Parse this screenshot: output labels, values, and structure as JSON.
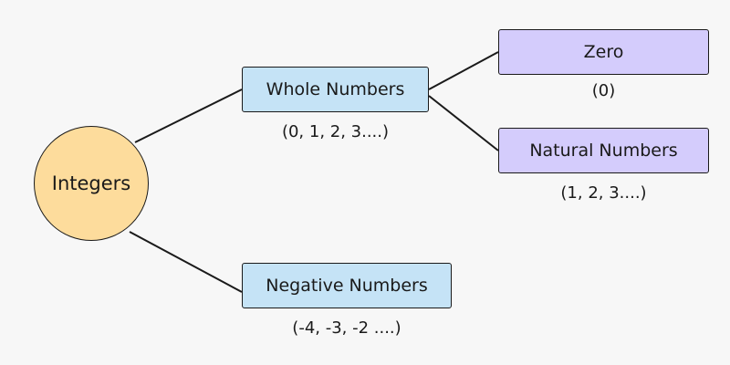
{
  "root": {
    "label": "Integers"
  },
  "whole_numbers": {
    "label": "Whole Numbers",
    "range": "(0, 1, 2, 3....)"
  },
  "negative_numbers": {
    "label": "Negative Numbers",
    "range": "(-4, -3, -2 ....)"
  },
  "zero": {
    "label": "Zero",
    "range": "(0)"
  },
  "natural_numbers": {
    "label": "Natural Numbers",
    "range": "(1, 2, 3....)"
  },
  "colors": {
    "root_fill": "#fddc9c",
    "level1_fill": "#c5e3f6",
    "level2_fill": "#d4ccfc",
    "stroke": "#1a1a1a",
    "background": "#f7f7f7"
  }
}
